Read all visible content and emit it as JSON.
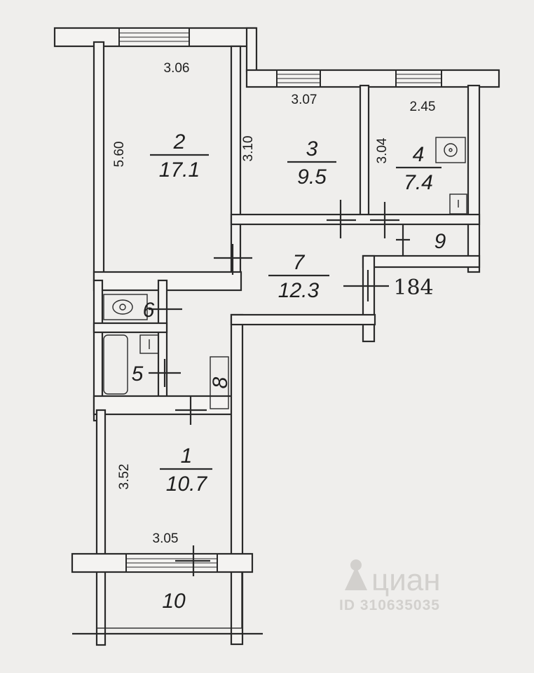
{
  "rooms": [
    {
      "id": "room-2",
      "number": "2",
      "area": "17.1"
    },
    {
      "id": "room-3",
      "number": "3",
      "area": "9.5"
    },
    {
      "id": "room-4",
      "number": "4",
      "area": "7.4"
    },
    {
      "id": "room-7",
      "number": "7",
      "area": "12.3"
    },
    {
      "id": "room-1",
      "number": "1",
      "area": "10.7"
    }
  ],
  "small_labels": {
    "room_6": "6",
    "room_5": "5",
    "room_8": "8",
    "room_9": "9",
    "room_10": "10",
    "height_184": "184"
  },
  "dimensions": {
    "room2_width": "3.06",
    "room2_length": "5.60",
    "room3_width": "3.07",
    "room3_length": "3.10",
    "room4_width": "2.45",
    "room4_length": "3.04",
    "room1_length": "3.52",
    "room1_width": "3.05"
  },
  "watermark": {
    "logo": "циан",
    "id_text": "ID 310635035"
  }
}
